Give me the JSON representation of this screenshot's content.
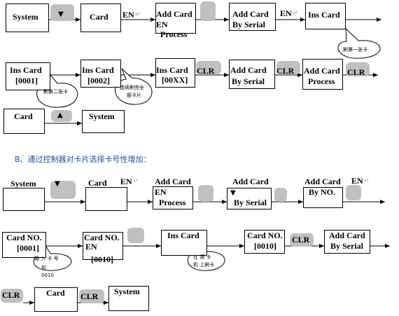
{
  "diagram1": {
    "boxes": {
      "system": "System",
      "card": "Card",
      "add_card_en_1": "Add Card",
      "add_card_en_2": "EN",
      "add_card_en_3": "Process",
      "add_card_serial_1": "Add Card",
      "add_card_serial_2": "By Serial",
      "ins_card": "Ins Card",
      "ins_0001_1": "Ins Card",
      "ins_0001_2": "[0001]",
      "ins_0002_1": "Ins Card",
      "ins_0002_2": "[0002]",
      "ins_00xx_1": "Ins Card",
      "ins_00xx_2": "[00XX]",
      "add_serial_b_1": "Add Card",
      "add_serial_b_2": "By Serial",
      "add_process_1": "Add Card",
      "add_process_2": "Process",
      "card_back": "Card",
      "system_back": "System"
    },
    "keys": {
      "en": "EN",
      "clr": "CLR"
    },
    "notes": {
      "swipe_first": "刷第一张卡",
      "swipe_second": "刷第二张卡",
      "swipe_all_1": "连续刷完全",
      "swipe_all_2": "部卡片"
    }
  },
  "section_b_title": "B、通过控制器对卡片选择卡号性增加：",
  "diagram2": {
    "boxes": {
      "system": "System",
      "card": "Card",
      "add_en_1": "Add Card",
      "add_en_2": "EN",
      "add_en_3": "Process",
      "add_serial_1": "Add Card",
      "add_serial_2": "By Serial",
      "add_no_1": "Add Card",
      "add_no_2": "By NO.",
      "card_no_0001_1": "Card NO.",
      "card_no_0001_2": "[0001]",
      "card_no_en_1": "Card NO.",
      "card_no_en_2": "EN",
      "card_no_en_3": "[0010]",
      "ins_card": "Ins Card",
      "card_no_0010_1": "Card NO.",
      "card_no_0010_2": "[0010]",
      "add_serial_b_1": "Add Card",
      "add_serial_b_2": "By Serial",
      "card_last": "Card",
      "system_last": "System"
    },
    "keys": {
      "en": "EN",
      "clr": "CLR"
    },
    "notes": {
      "input_no_1": "输 入 卡 号",
      "input_no_2": "如",
      "input_no_3": "0010",
      "swipe_on_device_1": "在 读 卡",
      "swipe_on_device_2": "机 上刷卡"
    }
  }
}
